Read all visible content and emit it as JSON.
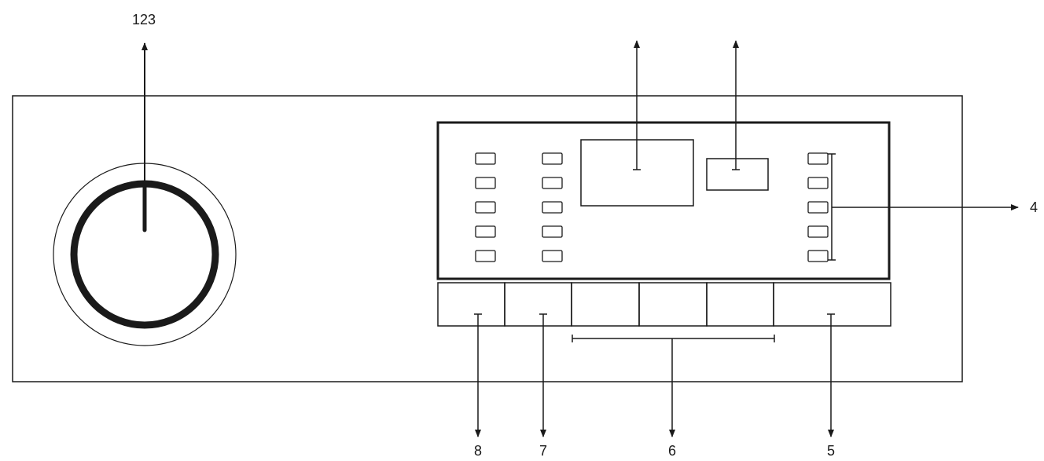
{
  "callouts": {
    "top_left": "123",
    "right": "4",
    "bottom_5": "5",
    "bottom_6": "6",
    "bottom_7": "7",
    "bottom_8": "8"
  },
  "indicators": {
    "columns": 3,
    "per_column": 5
  },
  "buttons": {
    "count": 6
  },
  "colors": {
    "line": "#1a1a1a",
    "background": "#ffffff"
  }
}
